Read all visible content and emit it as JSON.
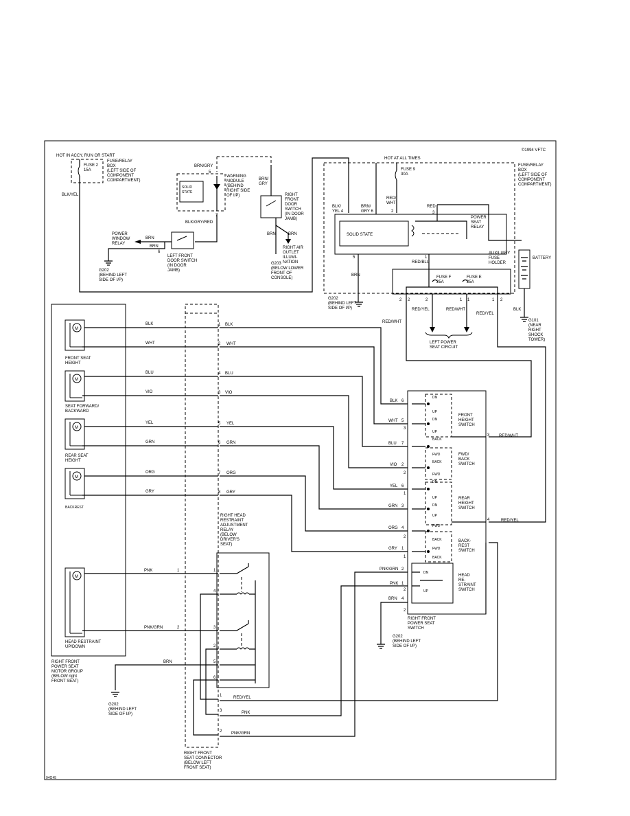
{
  "copyright": "©1994 VFTC",
  "footer_code": "94G45",
  "top_left": {
    "hot_label": "HOT IN ACCY, RUN OR START",
    "fuse": "FUSE 2\n15A",
    "fuse_box": "FUSE/RELAY\nBOX\n(LEFT SIDE OF\nCOMPONENT\nCOMPARTMENT)",
    "wire_out": "BLK/YEL"
  },
  "warning_module": {
    "wire_in": "BRN/GRY",
    "pin_top": "5",
    "label": "WARNING\nMODULE\n(BEHIND\nRIGHT SIDE\nOF I/P)",
    "inner": "SOLID\nSTATE",
    "pin_bottom": "7",
    "wire_out": "BLK/GRY/RED"
  },
  "power_window": {
    "label": "POWER\nWINDOW\nRELAY",
    "wire1": "BRN",
    "wire2": "BRN",
    "pin": "6"
  },
  "left_door_switch": {
    "label": "LEFT FRONT\nDOOR SWITCH\n(IN DOOR\nJAMB)"
  },
  "ground_g202_top": {
    "label": "G202\n(BEHIND LEFT\nSIDE OF I/P)"
  },
  "right_door_switch": {
    "wire_in": "BRN/\nGRY",
    "label": "RIGHT\nFRONT\nDOOR\nSWITCH\n(IN DOOR\nJAMB)",
    "wire_brn1": "BRN",
    "wire_brn2": "BRN",
    "outlet": "RIGHT AIR\nOUTLET\nILLUMI-\nNATION"
  },
  "ground_g203": {
    "label": "G203\n(BELOW LOWER\nFRONT OF\nCONSOLE)"
  },
  "fuse_relay_box_right": {
    "hot": "HOT AT ALL TIMES",
    "fuse": "FUSE 9\n30A",
    "label": "FUSE/RELAY\nBOX\n(LEFT SIDE OF\nCOMPONENT\nCOMPARTMENT)",
    "w_blkyel": "BLK/\nYEL 4",
    "w_brngry": "BRN/\nGRY 6",
    "w_redwht": "RED/\nWHT",
    "pin2": "2",
    "w_red": "RED",
    "pin3": "3",
    "solid": "SOLID STATE",
    "relay": "POWER\nSEAT\nRELAY",
    "pin5": "5",
    "pin1": "1",
    "w_brn": "BRN",
    "w_redblu": "RED/BLU"
  },
  "aux_fuse": {
    "label": "AUXILIARY\nFUSE\nHOLDER",
    "fuse_f": "FUSE F\n25A",
    "fuse_e": "FUSE E\n25A"
  },
  "battery": {
    "label": "BATTERY",
    "wire": "BLK"
  },
  "ground_g101": {
    "label": "G101\n(NEAR\nRIGHT\nSHOCK\nTOWER)"
  },
  "ground_g202_mid": {
    "label": "G202\n(BEHIND LEFT\nSIDE OF I/P)"
  },
  "left_power_seat": {
    "w1": "RED/YEL",
    "w2": "RED/WHT",
    "w3": "RED/YEL",
    "label": "LEFT POWER\nSEAT CIRCUIT",
    "w_top": "RED/WHT",
    "p1": "2",
    "p2": "2",
    "p3": "2",
    "p4": "1",
    "p5": "1",
    "p6": "1",
    "p7": "2"
  },
  "motors": [
    {
      "label": "FRONT SEAT\nHEIGHT"
    },
    {
      "label": "SEAT FORWARD/\nBACKWARD"
    },
    {
      "label": "REAR SEAT\nHEIGHT"
    },
    {
      "label": "BACKREST"
    },
    {
      "label": "HEAD RESTRAINT\nUP/DOWN"
    }
  ],
  "motor_group": {
    "label": "RIGHT FRONT\nPOWER SEAT\nMOTOR GROUP\n(BELOW right\nFRONT SEAT)"
  },
  "wires": [
    {
      "left": "BLK",
      "pin": "1",
      "right": "BLK"
    },
    {
      "left": "WHT",
      "pin": "2",
      "right": "WHT"
    },
    {
      "left": "BLU",
      "pin": "4",
      "right": "BLU"
    },
    {
      "left": "VIO",
      "pin": "3",
      "right": "VIO"
    },
    {
      "left": "YEL",
      "pin": "5",
      "right": "YEL"
    },
    {
      "left": "GRN",
      "pin": "6",
      "right": "GRN"
    },
    {
      "left": "ORG",
      "pin": "7",
      "right": "ORG"
    },
    {
      "left": "GRY",
      "pin": "8",
      "right": "GRY"
    }
  ],
  "head_restraint_relay": {
    "label": "RIGHT HEAD\nRESTRAINT\nADJUSTMENT\nRELAY\n(BELOW\nDRIVER'S\nSEAT)"
  },
  "head_wires": {
    "pnk": "PNK",
    "pnk_pin": "1",
    "pnkgrn": "PNK/GRN",
    "pnkgrn_pin": "2",
    "relay_pins": [
      "1",
      "4",
      "3",
      "2",
      "5",
      "6"
    ]
  },
  "connector": {
    "brn": "BRN",
    "bottom_labels": [
      "RED/YEL",
      "PNK",
      "PNK/GRN"
    ],
    "bottom_pins": [
      "1",
      "3",
      "2"
    ],
    "label": "RIGHT FRONT\nSEAT CONNECTOR\n(BELOW LEFT\nFRONT SEAT)"
  },
  "ground_g202_bottom": {
    "label": "G202\n(BEHIND LEFT\nSIDE OF I/P)"
  },
  "seat_switch": {
    "label": "RIGHT FRONT\nPOWER SEAT\nSWITCH",
    "inputs": [
      {
        "wire": "BLK",
        "pin": "6"
      },
      {
        "wire": "WHT",
        "pin": "5"
      },
      {
        "wire": "BLU",
        "pin": "7"
      },
      {
        "wire": "VIO",
        "pin": "2"
      },
      {
        "wire": "YEL",
        "pin": "6"
      },
      {
        "wire": "GRN",
        "pin": "3"
      },
      {
        "wire": "ORG",
        "pin": "4"
      },
      {
        "wire": "GRY",
        "pin": "1"
      },
      {
        "wire": "PNK/GRN",
        "pin": "2"
      },
      {
        "wire": "PNK",
        "pin": "1"
      },
      {
        "wire": "BRN",
        "pin": "4"
      }
    ],
    "sub_switches": [
      {
        "label": "FRONT\nHEIGHT\nSWITCH",
        "pos": [
          "DN",
          "UP",
          "DN",
          "UP"
        ]
      },
      {
        "label": "FWD/\nBACK\nSWITCH",
        "pos": [
          "BACK",
          "FWD",
          "BACK",
          "FWD"
        ]
      },
      {
        "label": "REAR\nHEIGHT\nSWITCH",
        "pos": [
          "DN",
          "UP",
          "DN",
          "UP"
        ]
      },
      {
        "label": "BACK-\nREST\nSWITCH",
        "pos": [
          "FWD",
          "BACK",
          "FWD",
          "BACK"
        ]
      },
      {
        "label": "HEAD\nRE-\nSTRAINT\nSWITCH",
        "pos": [
          "DN",
          "UP"
        ]
      }
    ],
    "out1_wire": "RED/WHT",
    "out1_pin": "3",
    "out2_wire": "RED/YEL",
    "out2_pin": "4",
    "side_pins": [
      "3",
      "2",
      "1",
      "2",
      "1",
      "2",
      "2"
    ]
  }
}
